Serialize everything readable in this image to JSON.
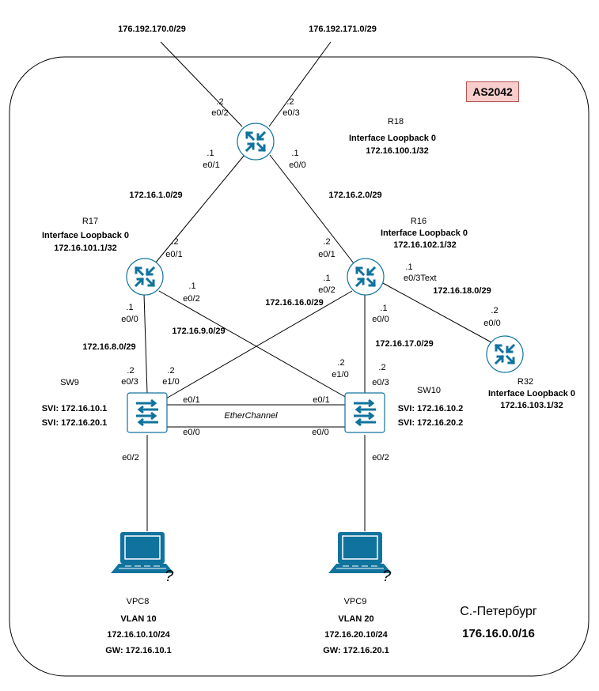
{
  "as_badge": "AS2042",
  "city": "С.-Петербург",
  "city_prefix": "176.16.0.0/16",
  "external_nets": {
    "left": "176.192.170.0/29",
    "right": "176.192.171.0/29"
  },
  "r18": {
    "name": "R18",
    "loopback_label": "Interface Loopback 0",
    "loopback_ip": "172.16.100.1/32",
    "ports": {
      "e0_2": {
        "ip": ".2",
        "if": "e0/2"
      },
      "e0_3": {
        "ip": ".2",
        "if": "e0/3"
      },
      "e0_1": {
        "ip": ".1",
        "if": "e0/1"
      },
      "e0_0": {
        "ip": ".1",
        "if": "e0/0"
      }
    }
  },
  "r17": {
    "name": "R17",
    "loopback_label": "Interface Loopback 0",
    "loopback_ip": "172.16.101.1/32",
    "ports": {
      "e0_1": {
        "ip": ".2",
        "if": "e0/1"
      },
      "e0_2": {
        "ip": ".1",
        "if": "e0/2"
      },
      "e0_0": {
        "ip": ".1",
        "if": "e0/0"
      }
    }
  },
  "r16": {
    "name": "R16",
    "loopback_label": "Interface Loopback 0",
    "loopback_ip": "172.16.102.1/32",
    "ports": {
      "e0_1": {
        "ip": ".2",
        "if": "e0/1"
      },
      "e0_2": {
        "ip": ".1",
        "if": "e0/2"
      },
      "e0_3": {
        "ip": ".1",
        "if": "e0/3Text"
      },
      "e0_0": {
        "ip": ".1",
        "if": "e0/0"
      }
    }
  },
  "r32": {
    "name": "R32",
    "loopback_label": "Interface Loopback 0",
    "loopback_ip": "172.16.103.1/32",
    "ports": {
      "e0_0": {
        "ip": ".2",
        "if": "e0/0"
      }
    }
  },
  "subnets": {
    "r18_r17": "172.16.1.0/29",
    "r18_r16": "172.16.2.0/29",
    "r16_sw9": "172.16.16.0/29",
    "r17_sw10": "172.16.9.0/29",
    "r16_r32": "172.16.18.0/29",
    "r17_sw9": "172.16.8.0/29",
    "r16_sw10": "172.16.17.0/29"
  },
  "sw9": {
    "name": "SW9",
    "svi1": "SVI: 172.16.10.1",
    "svi2": "SVI: 172.16.20.1",
    "ports": {
      "e0_3": {
        "ip": ".2",
        "if": "e0/3"
      },
      "e1_0": {
        "ip": ".2",
        "if": "e1/0"
      },
      "e0_1": "e0/1",
      "e0_0": "e0/0",
      "e0_2": "e0/2"
    }
  },
  "sw10": {
    "name": "SW10",
    "svi1": "SVI: 172.16.10.2",
    "svi2": "SVI: 172.16.20.2",
    "ports": {
      "e1_0": {
        "ip": ".2",
        "if": "e1/0"
      },
      "e0_3": {
        "ip": ".2",
        "if": "e0/3"
      },
      "e0_1": "e0/1",
      "e0_0": "e0/0",
      "e0_2": "e0/2"
    }
  },
  "etherchannel": "EtherChannel",
  "vpc8": {
    "name": "VPC8",
    "vlan": "VLAN 10",
    "ip": "172.16.10.10/24",
    "gw": "GW: 172.16.10.1"
  },
  "vpc9": {
    "name": "VPC9",
    "vlan": "VLAN 20",
    "ip": "172.16.20.10/24",
    "gw": "GW: 172.16.20.1"
  },
  "colors": {
    "device": "#10739e",
    "device_fill": "#ffffff",
    "badge_fill": "#f8cecc",
    "badge_border": "#b85450",
    "line": "#000000"
  }
}
